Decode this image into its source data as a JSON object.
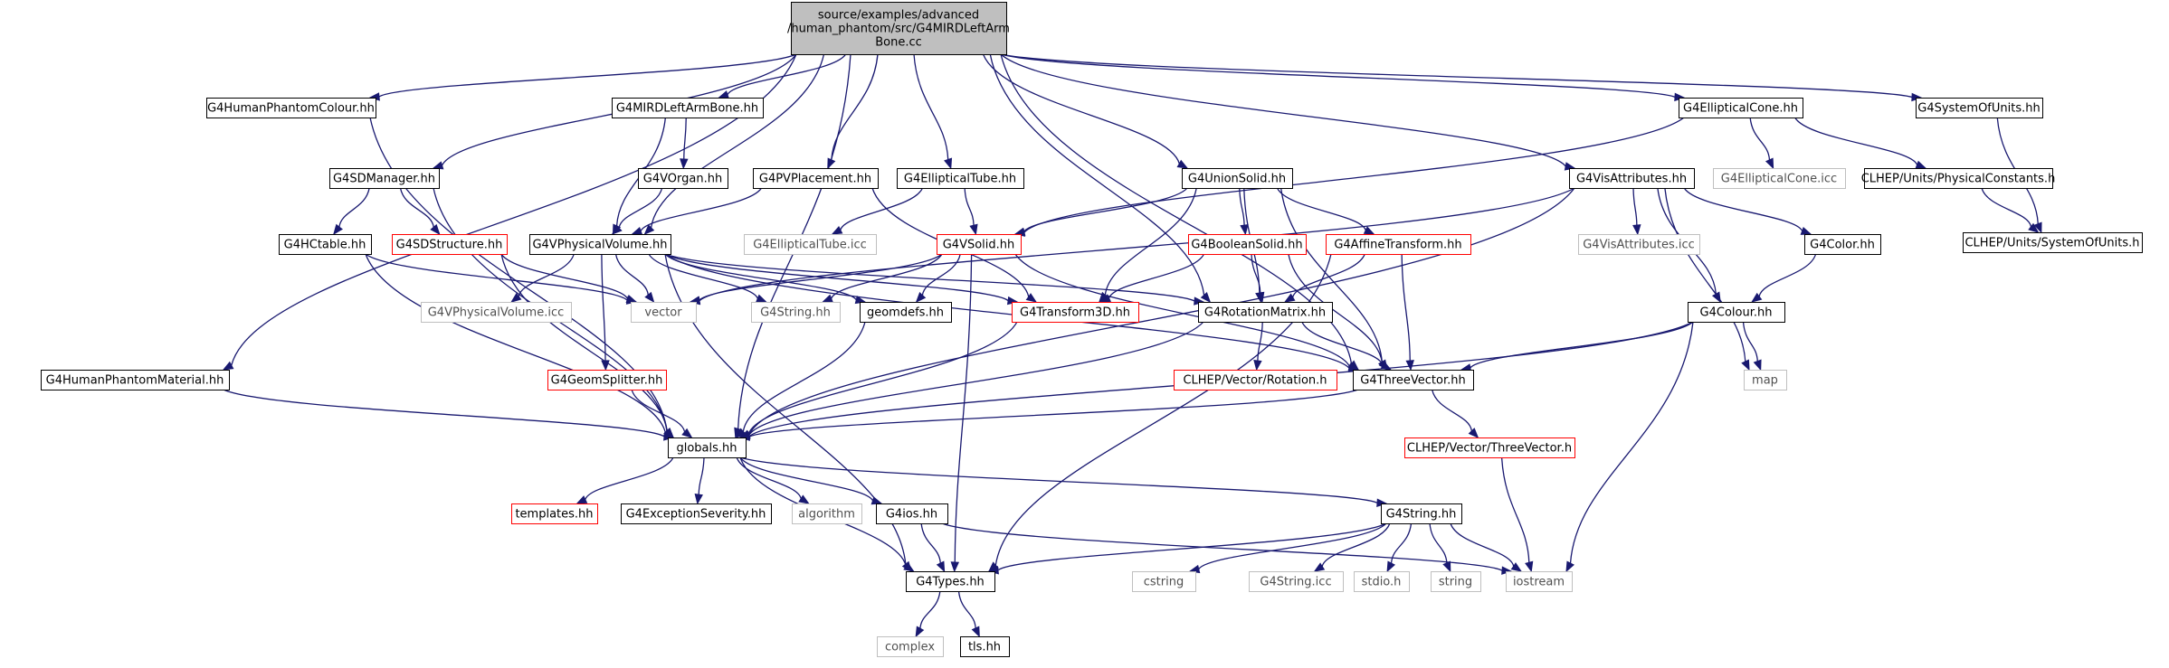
{
  "colors": {
    "edge": "#191970",
    "border_normal": "#000000",
    "border_truncated": "#ff0000",
    "border_external": "#bfbfbf",
    "fill_root": "#bfbfbf",
    "fill_node": "#ffffff",
    "text_normal": "#000000",
    "text_external": "#505050"
  },
  "nodes": [
    {
      "id": "root",
      "lines": [
        "source/examples/advanced",
        "/human_phantom/src/G4MIRDLeftArm",
        "Bone.cc"
      ],
      "kind": "root"
    },
    {
      "id": "humanPhantomColour",
      "lines": [
        "G4HumanPhantomColour.hh"
      ],
      "kind": "normal"
    },
    {
      "id": "mirdLeftArmBone",
      "lines": [
        "G4MIRDLeftArmBone.hh"
      ],
      "kind": "normal"
    },
    {
      "id": "ellipticalCone",
      "lines": [
        "G4EllipticalCone.hh"
      ],
      "kind": "normal"
    },
    {
      "id": "systemOfUnits",
      "lines": [
        "G4SystemOfUnits.hh"
      ],
      "kind": "normal"
    },
    {
      "id": "sdManager",
      "lines": [
        "G4SDManager.hh"
      ],
      "kind": "normal"
    },
    {
      "id": "vOrgan",
      "lines": [
        "G4VOrgan.hh"
      ],
      "kind": "normal"
    },
    {
      "id": "pvPlacement",
      "lines": [
        "G4PVPlacement.hh"
      ],
      "kind": "normal"
    },
    {
      "id": "ellipticalTube",
      "lines": [
        "G4EllipticalTube.hh"
      ],
      "kind": "normal"
    },
    {
      "id": "unionSolid",
      "lines": [
        "G4UnionSolid.hh"
      ],
      "kind": "normal"
    },
    {
      "id": "visAttributes",
      "lines": [
        "G4VisAttributes.hh"
      ],
      "kind": "normal"
    },
    {
      "id": "ellipticalConeIcc",
      "lines": [
        "G4EllipticalCone.icc"
      ],
      "kind": "external"
    },
    {
      "id": "physicalConstants",
      "lines": [
        "CLHEP/Units/PhysicalConstants.h"
      ],
      "kind": "normal"
    },
    {
      "id": "clhepSystemOfUnits",
      "lines": [
        "CLHEP/Units/SystemOfUnits.h"
      ],
      "kind": "normal"
    },
    {
      "id": "hcTable",
      "lines": [
        "G4HCtable.hh"
      ],
      "kind": "normal"
    },
    {
      "id": "sdStructure",
      "lines": [
        "G4SDStructure.hh"
      ],
      "kind": "truncated"
    },
    {
      "id": "vPhysicalVolume",
      "lines": [
        "G4VPhysicalVolume.hh"
      ],
      "kind": "normal"
    },
    {
      "id": "ellipticalTubeIcc",
      "lines": [
        "G4EllipticalTube.icc"
      ],
      "kind": "external"
    },
    {
      "id": "vSolid",
      "lines": [
        "G4VSolid.hh"
      ],
      "kind": "truncated"
    },
    {
      "id": "booleanSolid",
      "lines": [
        "G4BooleanSolid.hh"
      ],
      "kind": "truncated"
    },
    {
      "id": "affineTransform",
      "lines": [
        "G4AffineTransform.hh"
      ],
      "kind": "truncated"
    },
    {
      "id": "visAttributesIcc",
      "lines": [
        "G4VisAttributes.icc"
      ],
      "kind": "external"
    },
    {
      "id": "color",
      "lines": [
        "G4Color.hh"
      ],
      "kind": "normal"
    },
    {
      "id": "vPhysicalVolumeIcc",
      "lines": [
        "G4VPhysicalVolume.icc"
      ],
      "kind": "external"
    },
    {
      "id": "vector",
      "lines": [
        "vector"
      ],
      "kind": "external"
    },
    {
      "id": "g4StringTop",
      "lines": [
        "G4String.hh"
      ],
      "kind": "external"
    },
    {
      "id": "geomdefs",
      "lines": [
        "geomdefs.hh"
      ],
      "kind": "normal"
    },
    {
      "id": "transform3D",
      "lines": [
        "G4Transform3D.hh"
      ],
      "kind": "truncated"
    },
    {
      "id": "rotationMatrix",
      "lines": [
        "G4RotationMatrix.hh"
      ],
      "kind": "normal"
    },
    {
      "id": "colour",
      "lines": [
        "G4Colour.hh"
      ],
      "kind": "normal"
    },
    {
      "id": "humanPhantomMaterial",
      "lines": [
        "G4HumanPhantomMaterial.hh"
      ],
      "kind": "normal"
    },
    {
      "id": "geomSplitter",
      "lines": [
        "G4GeomSplitter.hh"
      ],
      "kind": "truncated"
    },
    {
      "id": "clhepRotation",
      "lines": [
        "CLHEP/Vector/Rotation.h"
      ],
      "kind": "truncated"
    },
    {
      "id": "threeVector",
      "lines": [
        "G4ThreeVector.hh"
      ],
      "kind": "normal"
    },
    {
      "id": "map",
      "lines": [
        "map"
      ],
      "kind": "external"
    },
    {
      "id": "globals",
      "lines": [
        "globals.hh"
      ],
      "kind": "normal"
    },
    {
      "id": "clhepThreeVector",
      "lines": [
        "CLHEP/Vector/ThreeVector.h"
      ],
      "kind": "truncated"
    },
    {
      "id": "templates",
      "lines": [
        "templates.hh"
      ],
      "kind": "truncated"
    },
    {
      "id": "exceptionSeverity",
      "lines": [
        "G4ExceptionSeverity.hh"
      ],
      "kind": "normal"
    },
    {
      "id": "algorithm",
      "lines": [
        "algorithm"
      ],
      "kind": "external"
    },
    {
      "id": "g4ios",
      "lines": [
        "G4ios.hh"
      ],
      "kind": "normal"
    },
    {
      "id": "g4String",
      "lines": [
        "G4String.hh"
      ],
      "kind": "normal"
    },
    {
      "id": "types",
      "lines": [
        "G4Types.hh"
      ],
      "kind": "normal"
    },
    {
      "id": "cstring",
      "lines": [
        "cstring"
      ],
      "kind": "external"
    },
    {
      "id": "g4StringIcc",
      "lines": [
        "G4String.icc"
      ],
      "kind": "external"
    },
    {
      "id": "stdio",
      "lines": [
        "stdio.h"
      ],
      "kind": "external"
    },
    {
      "id": "string",
      "lines": [
        "string"
      ],
      "kind": "external"
    },
    {
      "id": "iostream",
      "lines": [
        "iostream"
      ],
      "kind": "external"
    },
    {
      "id": "complex",
      "lines": [
        "complex"
      ],
      "kind": "external"
    },
    {
      "id": "tls",
      "lines": [
        "tls.hh"
      ],
      "kind": "normal"
    }
  ],
  "edges": [
    [
      "root",
      "humanPhantomColour"
    ],
    [
      "root",
      "mirdLeftArmBone"
    ],
    [
      "root",
      "ellipticalCone"
    ],
    [
      "root",
      "systemOfUnits"
    ],
    [
      "root",
      "sdManager"
    ],
    [
      "root",
      "vPhysicalVolume"
    ],
    [
      "root",
      "pvPlacement"
    ],
    [
      "root",
      "ellipticalTube"
    ],
    [
      "root",
      "unionSolid"
    ],
    [
      "root",
      "visAttributes"
    ],
    [
      "root",
      "humanPhantomMaterial"
    ],
    [
      "root",
      "globals"
    ],
    [
      "root",
      "rotationMatrix"
    ],
    [
      "root",
      "threeVector"
    ],
    [
      "humanPhantomColour",
      "globals"
    ],
    [
      "mirdLeftArmBone",
      "vOrgan"
    ],
    [
      "mirdLeftArmBone",
      "vPhysicalVolume"
    ],
    [
      "vOrgan",
      "vPhysicalVolume"
    ],
    [
      "ellipticalCone",
      "ellipticalConeIcc"
    ],
    [
      "ellipticalCone",
      "physicalConstants"
    ],
    [
      "ellipticalCone",
      "vSolid"
    ],
    [
      "systemOfUnits",
      "clhepSystemOfUnits"
    ],
    [
      "physicalConstants",
      "clhepSystemOfUnits"
    ],
    [
      "sdManager",
      "hcTable"
    ],
    [
      "sdManager",
      "sdStructure"
    ],
    [
      "sdManager",
      "globals"
    ],
    [
      "pvPlacement",
      "vPhysicalVolume"
    ],
    [
      "pvPlacement",
      "transform3D"
    ],
    [
      "ellipticalTube",
      "vSolid"
    ],
    [
      "ellipticalTube",
      "ellipticalTubeIcc"
    ],
    [
      "unionSolid",
      "vSolid"
    ],
    [
      "unionSolid",
      "booleanSolid"
    ],
    [
      "unionSolid",
      "affineTransform"
    ],
    [
      "unionSolid",
      "transform3D"
    ],
    [
      "unionSolid",
      "rotationMatrix"
    ],
    [
      "unionSolid",
      "threeVector"
    ],
    [
      "visAttributes",
      "visAttributesIcc"
    ],
    [
      "visAttributes",
      "color"
    ],
    [
      "visAttributes",
      "colour"
    ],
    [
      "visAttributes",
      "map"
    ],
    [
      "visAttributes",
      "vector"
    ],
    [
      "visAttributes",
      "globals"
    ],
    [
      "hcTable",
      "vector"
    ],
    [
      "hcTable",
      "globals"
    ],
    [
      "sdStructure",
      "vector"
    ],
    [
      "sdStructure",
      "globals"
    ],
    [
      "vPhysicalVolume",
      "vPhysicalVolumeIcc"
    ],
    [
      "vPhysicalVolume",
      "vector"
    ],
    [
      "vPhysicalVolume",
      "g4StringTop"
    ],
    [
      "vPhysicalVolume",
      "geomdefs"
    ],
    [
      "vPhysicalVolume",
      "transform3D"
    ],
    [
      "vPhysicalVolume",
      "rotationMatrix"
    ],
    [
      "vPhysicalVolume",
      "threeVector"
    ],
    [
      "vPhysicalVolume",
      "geomSplitter"
    ],
    [
      "vPhysicalVolume",
      "types"
    ],
    [
      "vSolid",
      "vector"
    ],
    [
      "vSolid",
      "g4StringTop"
    ],
    [
      "vSolid",
      "geomdefs"
    ],
    [
      "vSolid",
      "threeVector"
    ],
    [
      "vSolid",
      "types"
    ],
    [
      "booleanSolid",
      "transform3D"
    ],
    [
      "booleanSolid",
      "rotationMatrix"
    ],
    [
      "booleanSolid",
      "threeVector"
    ],
    [
      "affineTransform",
      "rotationMatrix"
    ],
    [
      "affineTransform",
      "threeVector"
    ],
    [
      "affineTransform",
      "types"
    ],
    [
      "color",
      "colour"
    ],
    [
      "colour",
      "threeVector"
    ],
    [
      "colour",
      "map"
    ],
    [
      "colour",
      "globals"
    ],
    [
      "colour",
      "iostream"
    ],
    [
      "geomdefs",
      "globals"
    ],
    [
      "transform3D",
      "globals"
    ],
    [
      "rotationMatrix",
      "clhepRotation"
    ],
    [
      "rotationMatrix",
      "threeVector"
    ],
    [
      "rotationMatrix",
      "globals"
    ],
    [
      "threeVector",
      "clhepThreeVector"
    ],
    [
      "threeVector",
      "globals"
    ],
    [
      "humanPhantomMaterial",
      "globals"
    ],
    [
      "geomSplitter",
      "globals"
    ],
    [
      "clhepThreeVector",
      "iostream"
    ],
    [
      "globals",
      "templates"
    ],
    [
      "globals",
      "exceptionSeverity"
    ],
    [
      "globals",
      "algorithm"
    ],
    [
      "globals",
      "g4ios"
    ],
    [
      "globals",
      "g4String"
    ],
    [
      "globals",
      "types"
    ],
    [
      "g4ios",
      "types"
    ],
    [
      "g4ios",
      "iostream"
    ],
    [
      "g4String",
      "types"
    ],
    [
      "g4String",
      "cstring"
    ],
    [
      "g4String",
      "g4StringIcc"
    ],
    [
      "g4String",
      "stdio"
    ],
    [
      "g4String",
      "string"
    ],
    [
      "g4String",
      "iostream"
    ],
    [
      "types",
      "complex"
    ],
    [
      "types",
      "tls"
    ]
  ]
}
